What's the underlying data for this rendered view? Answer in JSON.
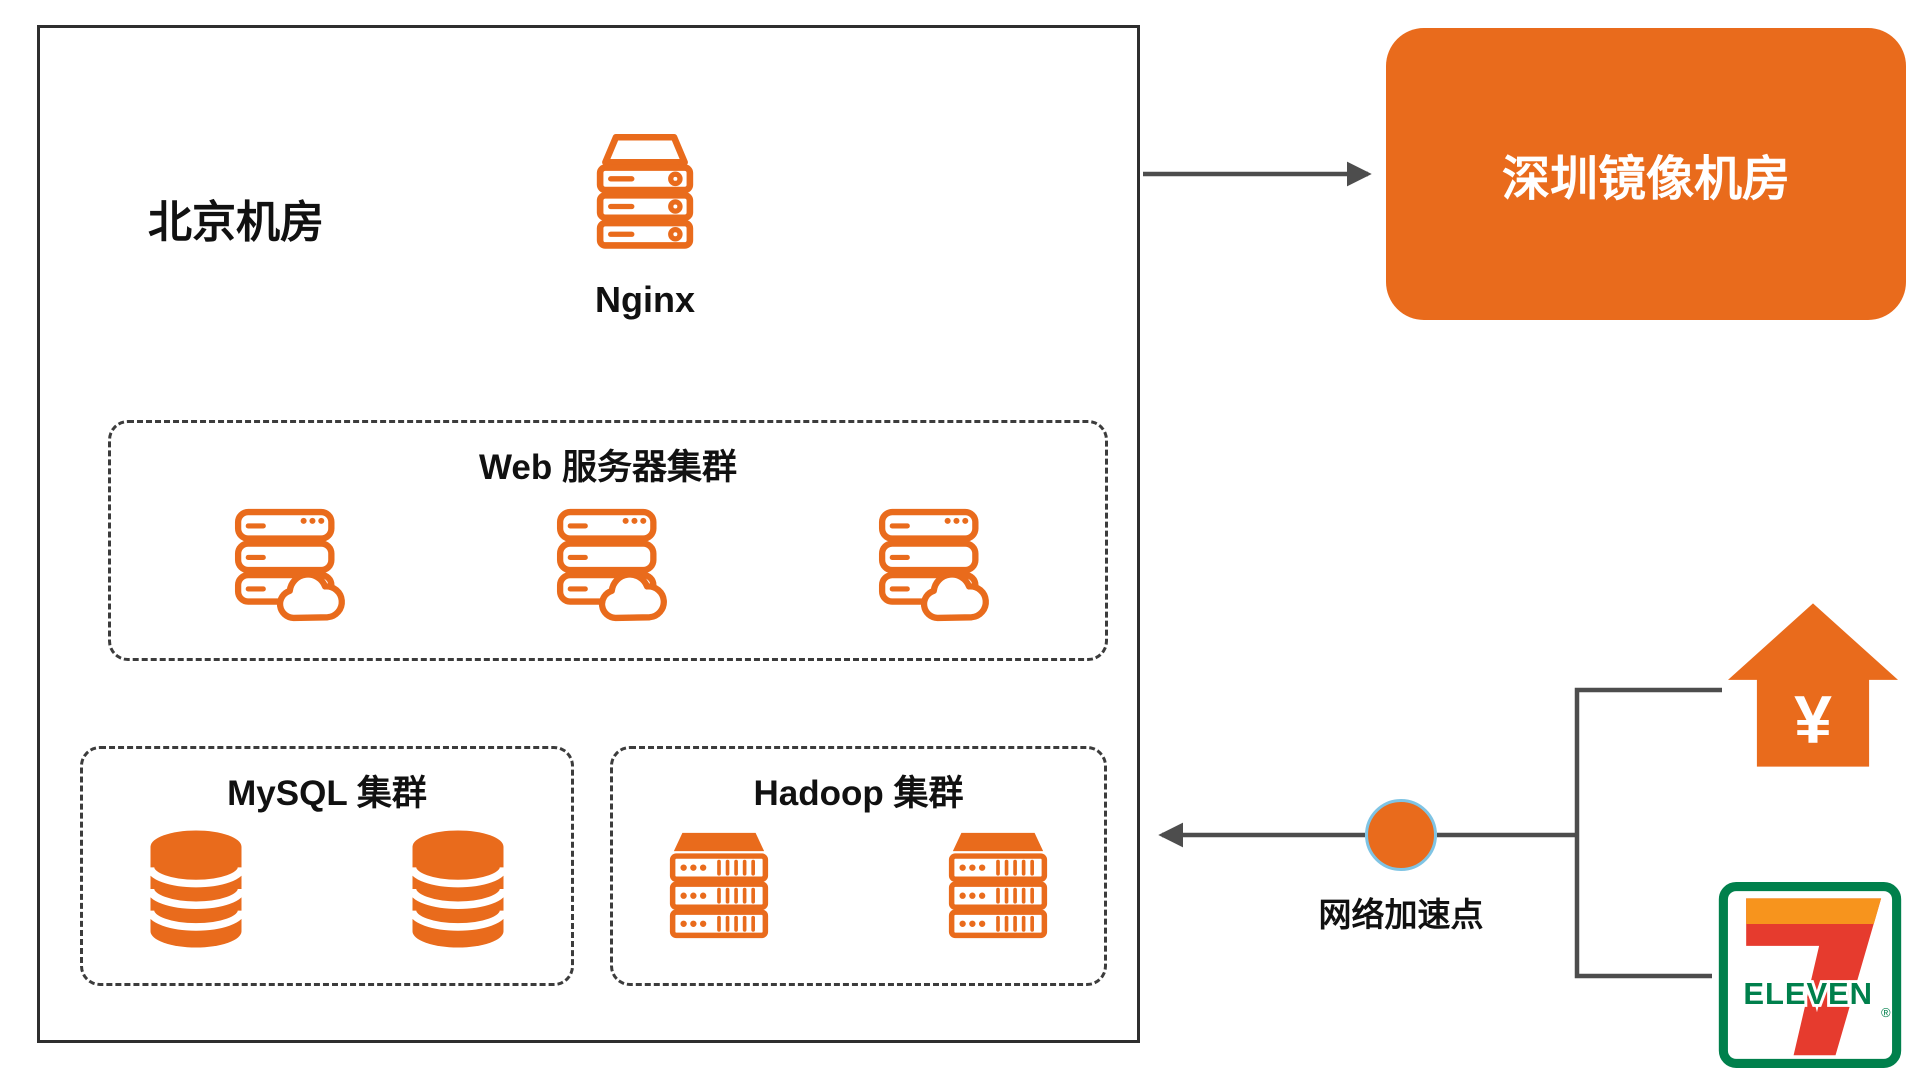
{
  "colors": {
    "orange": "#E96B1C",
    "arrow": "#4D4D4D",
    "box_border": "#2E2E2E",
    "accel_ring": "#7FC4E4",
    "seven_green": "#00804C",
    "seven_red": "#E63B2E",
    "seven_orange": "#F7941D",
    "text": "#111111",
    "background": "#FFFFFF"
  },
  "beijing_room": {
    "title": "北京机房",
    "nginx": {
      "label": "Nginx",
      "icon": "server-tower-icon"
    },
    "web_cluster": {
      "title": "Web 服务器集群",
      "server_count": 3,
      "icon": "cloud-server-icon"
    },
    "mysql_cluster": {
      "title": "MySQL 集群",
      "database_count": 2,
      "icon": "database-cylinder-icon"
    },
    "hadoop_cluster": {
      "title": "Hadoop 集群",
      "rack_count": 2,
      "icon": "server-rack-icon"
    }
  },
  "shenzhen_room": {
    "label": "深圳镜像机房"
  },
  "acceleration_point": {
    "label": "网络加速点",
    "icon": "orange-node-circle"
  },
  "payment_house": {
    "currency_symbol": "¥",
    "icon": "house-yen-icon"
  },
  "seven_eleven": {
    "digit": "7",
    "word": "ELEVEN",
    "registered": "®",
    "icon": "seven-eleven-logo"
  }
}
